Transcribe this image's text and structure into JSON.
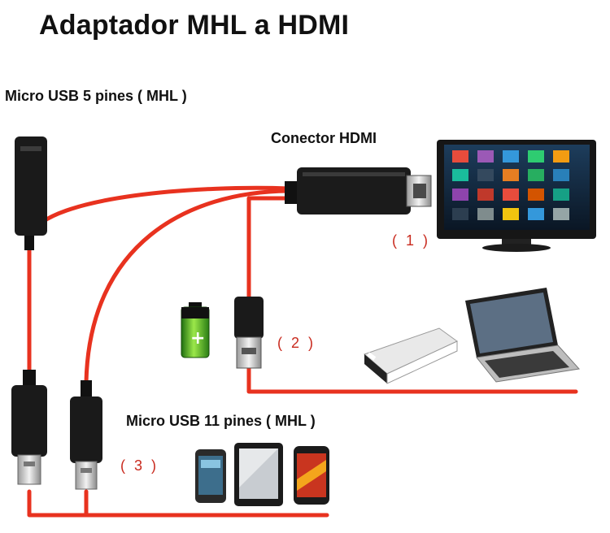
{
  "title": "Adaptador MHL a HDMI",
  "labels": {
    "micro_usb_5": "Micro USB 5 pines ( MHL )",
    "hdmi_connector": "Conector HDMI",
    "micro_usb_11": "Micro USB 11 pines ( MHL )"
  },
  "markers": {
    "one": "( 1 )",
    "two": "( 2 )",
    "three": "( 3 )"
  },
  "colors": {
    "cable": "#e8321f",
    "connector": "#1a1a1a",
    "marker_text": "#c92a1e"
  },
  "icons": [
    "tv-icon",
    "battery-icon",
    "power-bank-icon",
    "laptop-icon",
    "smartphone-icon",
    "tablet-icon",
    "smartphone-icon"
  ]
}
